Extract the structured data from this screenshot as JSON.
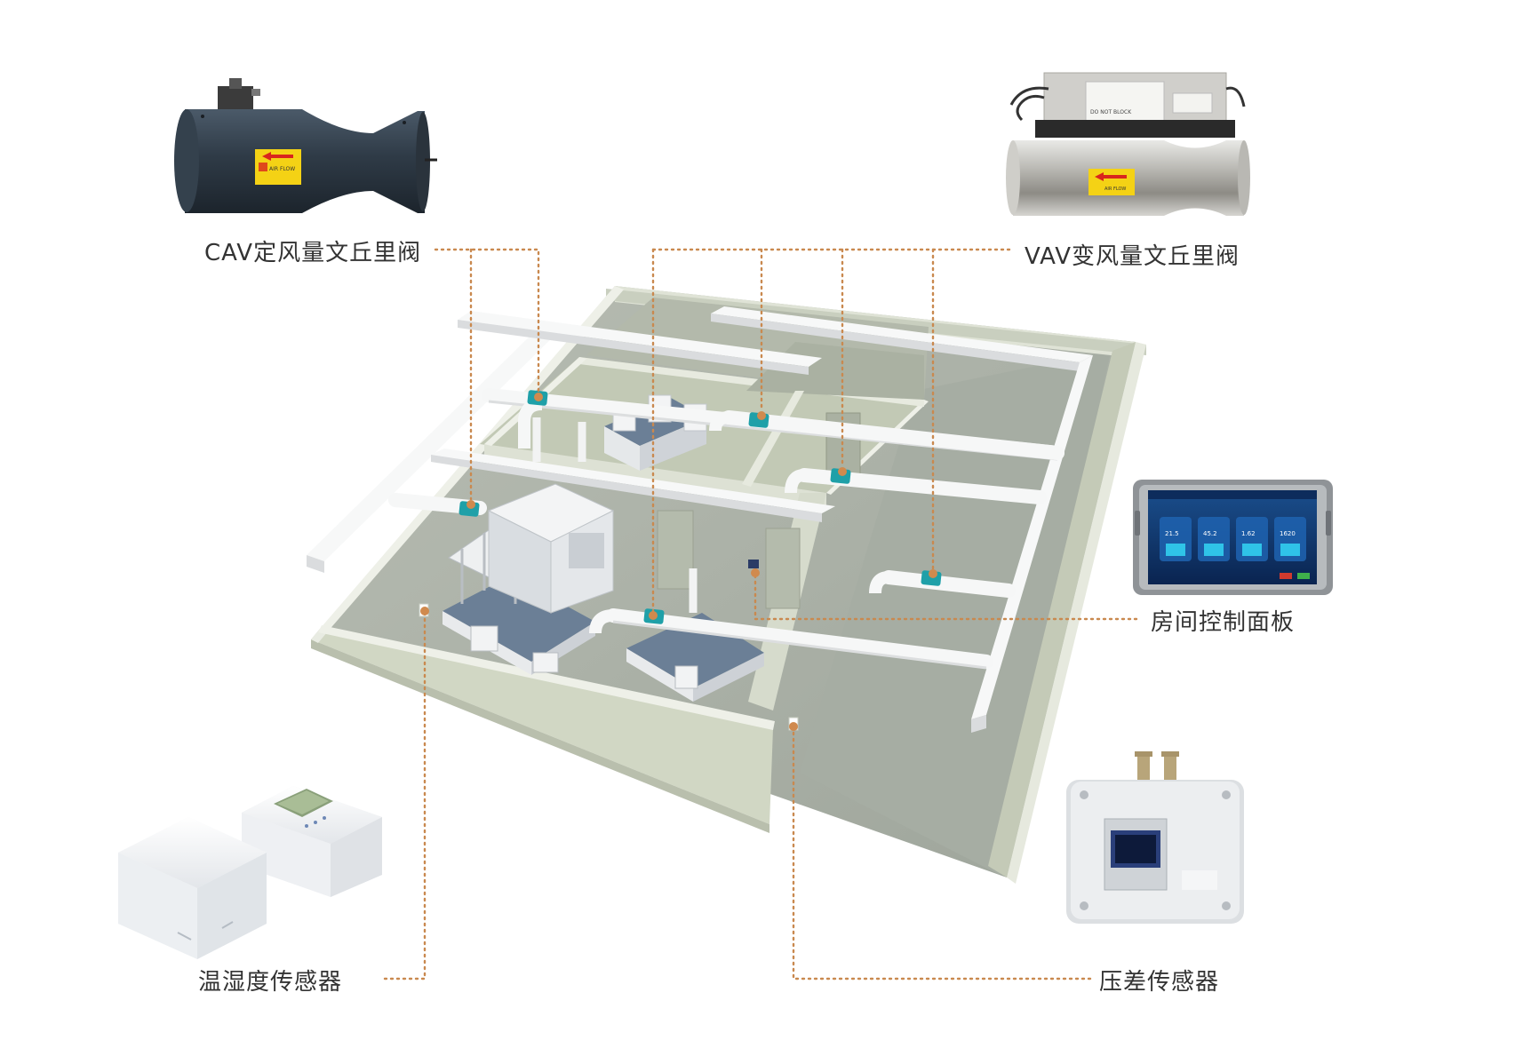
{
  "labels": {
    "cav_valve": "CAV定风量文丘里阀",
    "vav_valve": "VAV变风量文丘里阀",
    "room_control_panel": "房间控制面板",
    "temp_humidity_sensor": "温湿度传感器",
    "pressure_diff_sensor": "压差传感器"
  },
  "cav_device": {
    "sticker_text": "AIR FLOW"
  },
  "vav_device": {
    "sticker_text": "AIR FLOW",
    "plate_text": "DO NOT BLOCK"
  },
  "control_panel_screen": {
    "readings": [
      "21.5",
      "45.2",
      "1.62",
      "1620"
    ]
  },
  "colors": {
    "leader": "#c9894f",
    "valve": "#1fa0a8",
    "duct": "#f7f8f8",
    "wall": "#cfd5c2",
    "floor": "#a9b0a6"
  }
}
